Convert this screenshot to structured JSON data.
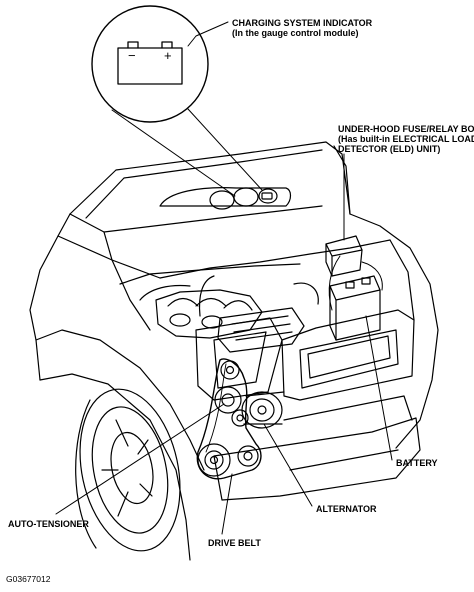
{
  "labels": {
    "charging_indicator": {
      "line1": "CHARGING SYSTEM INDICATOR",
      "line2": "(In the gauge control module)"
    },
    "fuse_box": {
      "line1": "UNDER-HOOD FUSE/RELAY BOX",
      "line2": "(Has built-in ELECTRICAL LOAD",
      "line3": "DETECTOR (ELD) UNIT)"
    },
    "battery": "BATTERY",
    "alternator": "ALTERNATOR",
    "auto_tensioner": "AUTO-TENSIONER",
    "drive_belt": "DRIVE BELT"
  },
  "indicator_symbols": {
    "minus": "−",
    "plus": "+"
  },
  "figure_code": "G03677012"
}
